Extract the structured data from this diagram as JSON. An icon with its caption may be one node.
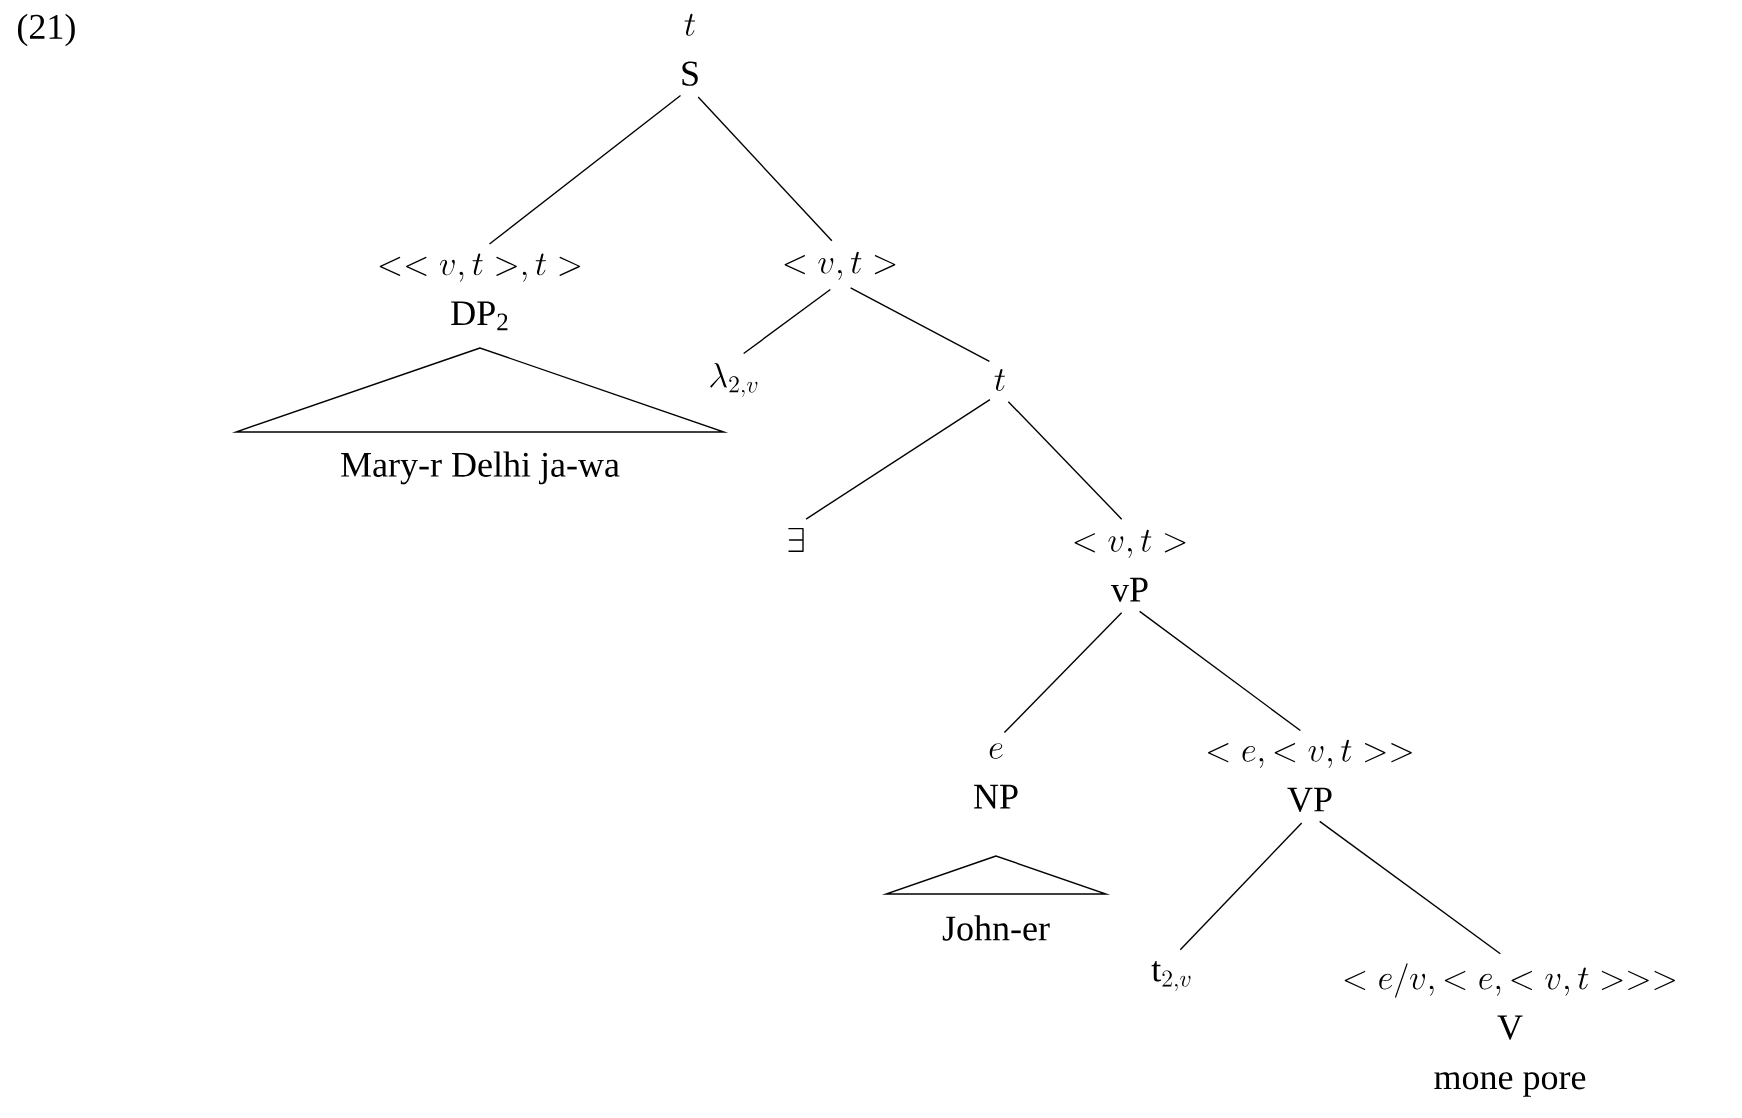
{
  "diagram": {
    "nodes": [
      {
        "text": [
          "t",
          "S"
        ]
      },
      {
        "text": [
          "<< v,t >,t >",
          "DP$_{2}$"
        ]
      },
      {
        "text": [
          "Mary-r Delhi ja-wa"
        ]
      },
      {
        "text": [
          "< v,t >"
        ]
      },
      {
        "text": [
          "\\lambda_{2,v}"
        ]
      },
      {
        "text": [
          "t"
        ]
      },
      {
        "text": [
          "\\exists"
        ]
      },
      {
        "text": [
          "< v,t >",
          "vP"
        ]
      },
      {
        "text": [
          "e",
          "NP"
        ]
      },
      {
        "text": [
          "John-er"
        ]
      },
      {
        "text": [
          "< e,< v,t >>",
          "VP"
        ]
      },
      {
        "text": [
          "\\mathrm{t}_{2,v}"
        ]
      },
      {
        "text": [
          "< e/v,< e,< v,t >>>",
          "V",
          "mone pore"
        ]
      }
    ],
    "edges": [
      {
        "from": 0,
        "to": 1,
        "arrow": "none"
      },
      {
        "from": 0,
        "to": 3,
        "arrow": "none"
      },
      {
        "from": 3,
        "to": 4,
        "arrow": "none"
      },
      {
        "from": 3,
        "to": 5,
        "arrow": "none"
      },
      {
        "from": 5,
        "to": 6,
        "arrow": "none"
      },
      {
        "from": 5,
        "to": 7,
        "arrow": "none"
      },
      {
        "from": 7,
        "to": 8,
        "arrow": "none"
      },
      {
        "from": 7,
        "to": 10,
        "arrow": "none"
      },
      {
        "from": 10,
        "to": 11,
        "arrow": "none"
      },
      {
        "from": 10,
        "to": 12,
        "arrow": "none"
      }
    ],
    "labels": [
      "(21)"
    ]
  }
}
